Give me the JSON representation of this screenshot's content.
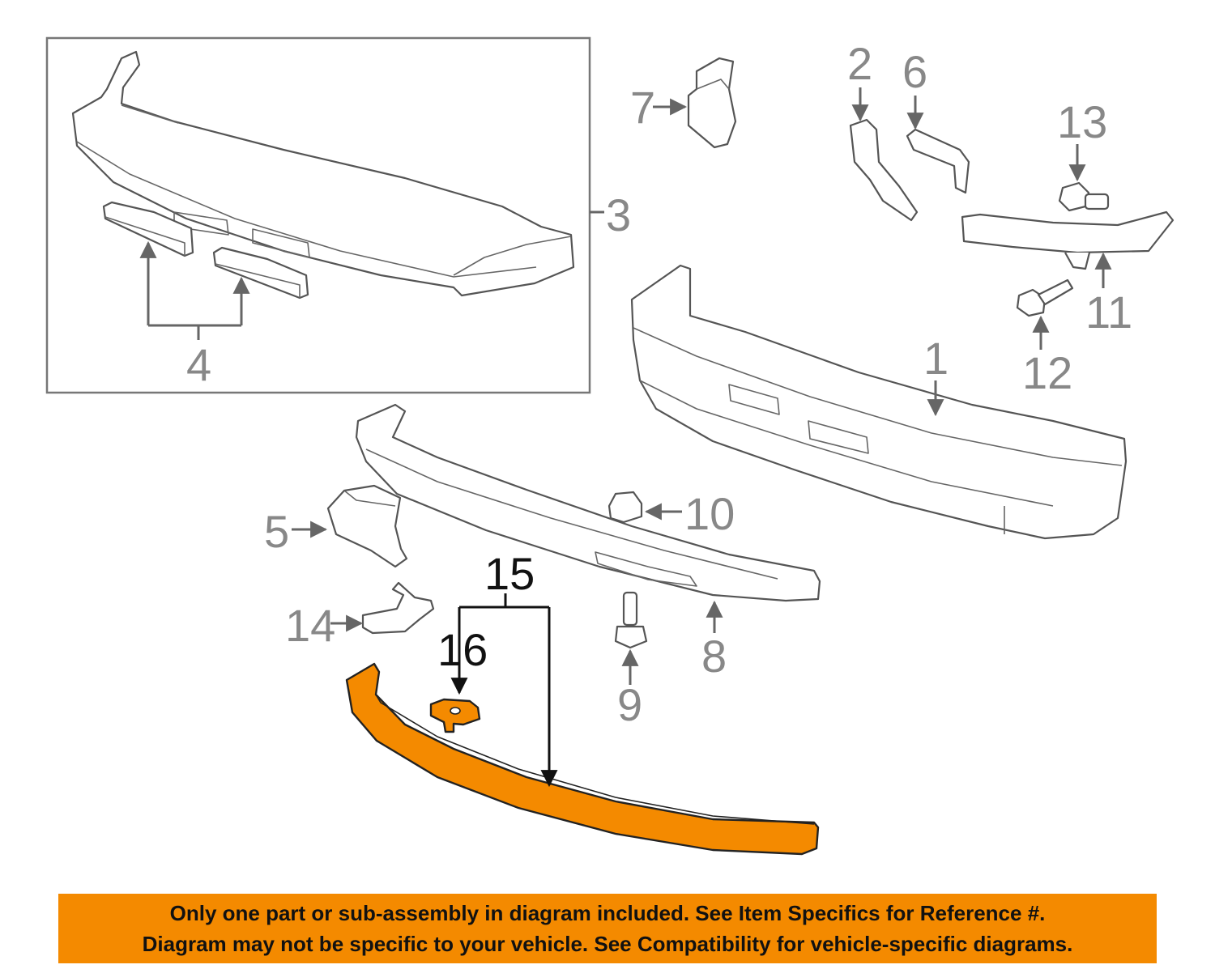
{
  "diagram": {
    "colors": {
      "highlight": "#F48A00",
      "banner": "#F48A00",
      "line_art": "#555555",
      "label_gray": "#888888",
      "label_dark": "#111111"
    },
    "callouts": {
      "c1": "1",
      "c2": "2",
      "c3": "3",
      "c4": "4",
      "c5": "5",
      "c6": "6",
      "c7": "7",
      "c8": "8",
      "c9": "9",
      "c10": "10",
      "c11": "11",
      "c12": "12",
      "c13": "13",
      "c14": "14",
      "c15": "15",
      "c16": "16"
    },
    "highlighted_parts": [
      "15",
      "16"
    ]
  },
  "banner": {
    "line1": "Only one part or sub-assembly in diagram included. See Item Specifics for Reference #.",
    "line2": "Diagram may not be specific to your vehicle. See Compatibility for vehicle-specific diagrams."
  }
}
